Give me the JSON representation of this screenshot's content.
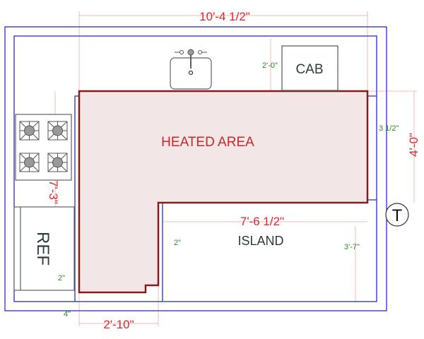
{
  "labels": {
    "heated_area": "HEATED AREA",
    "cab": "CAB",
    "island": "ISLAND",
    "ref": "REF",
    "thermostat": "T"
  },
  "dimensions": {
    "overall_width": "10'-4 1/2\"",
    "right_height": "4'-0\"",
    "left_height": "7'-3\"",
    "island_width": "7'-6 1/2\"",
    "bottom_width": "2'-10\"",
    "cab_offset": "2'-0\"",
    "right_offset": "3 1/2\"",
    "island_offset": "2\"",
    "island_depth": "3'-7\"",
    "ref_offset": "2\"",
    "bottom_offset": "4\""
  },
  "colors": {
    "wall": "#2b2bd0",
    "heated_outline": "#8b1a1a",
    "heated_fill": "#f3e6e6",
    "dimension": "#e0262b",
    "offset": "#2a8a2a"
  }
}
